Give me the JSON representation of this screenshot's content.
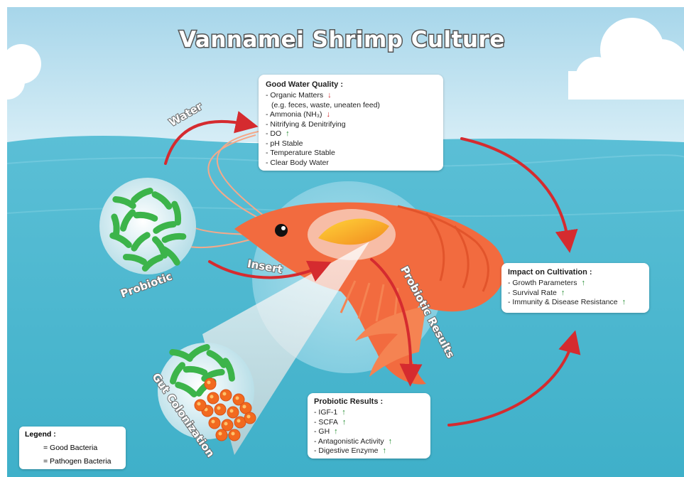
{
  "title": "Vannamei Shrimp Culture",
  "arrow_labels": {
    "water": "Water",
    "insert": "Insert",
    "probiotic_results": "Probiotic Results"
  },
  "circle_labels": {
    "probiotic": "Probiotic",
    "gut_colonization": "Gut Colonization"
  },
  "water_quality": {
    "heading": "Good Water Quality :",
    "items": [
      {
        "text": "- Organic Matters",
        "trend": "↓"
      },
      {
        "text": "(e.g. feces, waste, uneaten feed)",
        "trend": ""
      },
      {
        "text": "- Ammonia (NH₃)",
        "trend": "↓"
      },
      {
        "text": "- Nitrifying & Denitrifying",
        "trend": ""
      },
      {
        "text": "- DO",
        "trend": "↑"
      },
      {
        "text": "- pH Stable",
        "trend": ""
      },
      {
        "text": "- Temperature Stable",
        "trend": ""
      },
      {
        "text": "- Clear Body Water",
        "trend": ""
      }
    ]
  },
  "impact": {
    "heading": "Impact on Cultivation :",
    "items": [
      {
        "text": "- Growth Parameters",
        "trend": "↑"
      },
      {
        "text": "- Survival Rate",
        "trend": "↑"
      },
      {
        "text": "- Immunity & Disease Resistance",
        "trend": "↑"
      }
    ]
  },
  "probiotic_results": {
    "heading": "Probiotic Results :",
    "items": [
      {
        "text": "- IGF-1",
        "trend": "↑"
      },
      {
        "text": "- SCFA",
        "trend": "↑"
      },
      {
        "text": "- GH",
        "trend": "↑"
      },
      {
        "text": "- Antagonistic Activity",
        "trend": "↑"
      },
      {
        "text": "- Digestive Enzyme",
        "trend": "↑"
      }
    ]
  },
  "legend": {
    "title": "Legend :",
    "good": "= Good Bacteria",
    "pathogen": "= Pathogen Bacteria"
  },
  "icons": {
    "good_bacteria": "green-rod-icon",
    "pathogen_bacteria": "orange-sphere-icon",
    "trend_up": "green-up-arrow-icon",
    "trend_down": "red-down-arrow-icon"
  },
  "colors": {
    "sky": "#cfe8f3",
    "sea": "#49b4cd",
    "shrimp": "#f26b3f",
    "arrow": "#d52b2f",
    "good_bacteria": "#3cb44a",
    "pathogen": "#f26a1f",
    "trend_up": "#1f8a2c",
    "trend_down": "#d0262b"
  }
}
